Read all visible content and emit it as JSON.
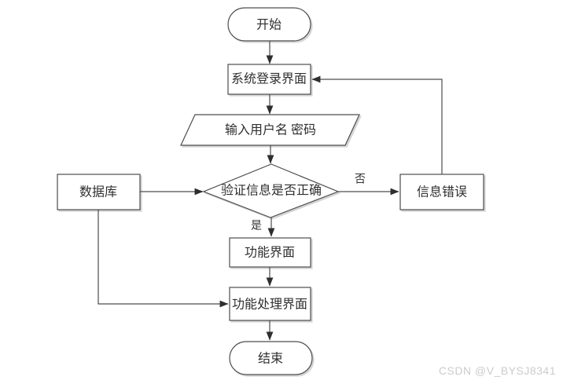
{
  "diagram": {
    "type": "flowchart",
    "nodes": {
      "start": {
        "label": "开始",
        "shape": "terminator"
      },
      "login": {
        "label": "系统登录界面",
        "shape": "process"
      },
      "input": {
        "label": "输入用户名 密码",
        "shape": "io-parallelogram"
      },
      "verify": {
        "label": "验证信息是否正确",
        "shape": "decision"
      },
      "database": {
        "label": "数据库",
        "shape": "process"
      },
      "error": {
        "label": "信息错误",
        "shape": "process"
      },
      "function_ui": {
        "label": "功能界面",
        "shape": "process"
      },
      "function_process_ui": {
        "label": "功能处理界面",
        "shape": "process"
      },
      "end": {
        "label": "结束",
        "shape": "terminator"
      }
    },
    "edge_labels": {
      "no": "否",
      "yes": "是"
    },
    "edges": [
      {
        "from": "start",
        "to": "login"
      },
      {
        "from": "login",
        "to": "input"
      },
      {
        "from": "input",
        "to": "verify"
      },
      {
        "from": "database",
        "to": "verify"
      },
      {
        "from": "verify",
        "to": "error",
        "label": "否"
      },
      {
        "from": "verify",
        "to": "function_ui",
        "label": "是"
      },
      {
        "from": "error",
        "to": "login"
      },
      {
        "from": "function_ui",
        "to": "function_process_ui"
      },
      {
        "from": "database",
        "to": "function_process_ui"
      },
      {
        "from": "function_process_ui",
        "to": "end"
      }
    ],
    "colors": {
      "background": "#ffffff",
      "shape_fill": "#ffffff",
      "stroke": "#4d4d4d",
      "text": "#2f2f2f",
      "shadow": "#d4d4d4",
      "watermark": "#cccccc"
    }
  },
  "watermark": {
    "text": "CSDN @V_BYSJ8341"
  }
}
